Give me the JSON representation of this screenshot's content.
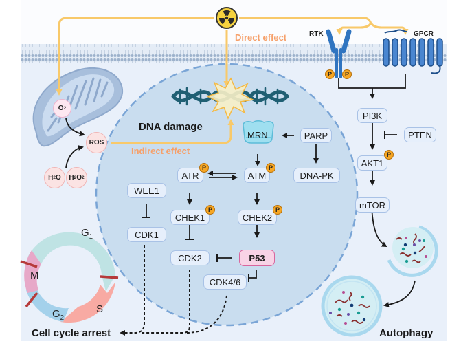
{
  "colors": {
    "radiation_line": "#f8c96a",
    "effect_text": "#f6a06a",
    "node_fill": "#e6effb",
    "node_border": "#a9c2e6",
    "p53_fill": "#f8d3e6",
    "phospho_badge": "#f6a623",
    "nucleus_fill": "#c9ddef",
    "cytoplasm_fill": "#e9f0fa",
    "membrane": "#9db2cc",
    "receptor": "#2f74c0",
    "dna": "#1f5f73",
    "cell_cycle_g1": "#bfe3e4",
    "cell_cycle_s": "#f8aaa3",
    "cell_cycle_g2": "#a4d1eb",
    "cell_cycle_m": "#e7a8c8",
    "checkpoint": "#b63a3a"
  },
  "icons": {
    "radiation": "radiation-hazard-icon",
    "mitochondrion": "mitochondrion-icon",
    "dna": "dna-double-helix-icon",
    "damage": "damage-burst-icon",
    "mrn": "mrn-complex-icon",
    "rtk": "rtk-receptor-icon",
    "gpcr": "gpcr-receptor-icon",
    "autophagosome": "autophagosome-icon",
    "autolysosome": "autolysosome-icon"
  },
  "labels": {
    "direct_effect": "Direct effect",
    "indirect_effect": "Indirect effect",
    "dna_damage": "DNA damage",
    "rtk": "RTK",
    "gpcr": "GPCR",
    "cell_cycle_arrest": "Cell cycle arrest",
    "autophagy": "Autophagy"
  },
  "molecules": {
    "o2": "O",
    "o2_sub": "2",
    "ros": "ROS",
    "h2o_a": "H",
    "h2o_sub": "2",
    "h2o_b": "O",
    "h2o2_a": "H",
    "h2o2_sub1": "2",
    "h2o2_b": "O",
    "h2o2_sub2": "2"
  },
  "nodes": {
    "mrn": "MRN",
    "parp": "PARP",
    "atr": "ATR",
    "atm": "ATM",
    "dnapk": "DNA-PK",
    "wee1": "WEE1",
    "chek1": "CHEK1",
    "chek2": "CHEK2",
    "cdk1": "CDK1",
    "cdk2": "CDK2",
    "p53": "P53",
    "cdk46": "CDK4/6",
    "pi3k": "PI3K",
    "pten": "PTEN",
    "akt1": "AKT1",
    "mtor": "mTOR"
  },
  "phospho": "P",
  "cell_cycle": {
    "phases": [
      {
        "name": "G",
        "sub": "1"
      },
      {
        "name": "S",
        "sub": ""
      },
      {
        "name": "G",
        "sub": "2"
      },
      {
        "name": "M",
        "sub": ""
      }
    ]
  }
}
